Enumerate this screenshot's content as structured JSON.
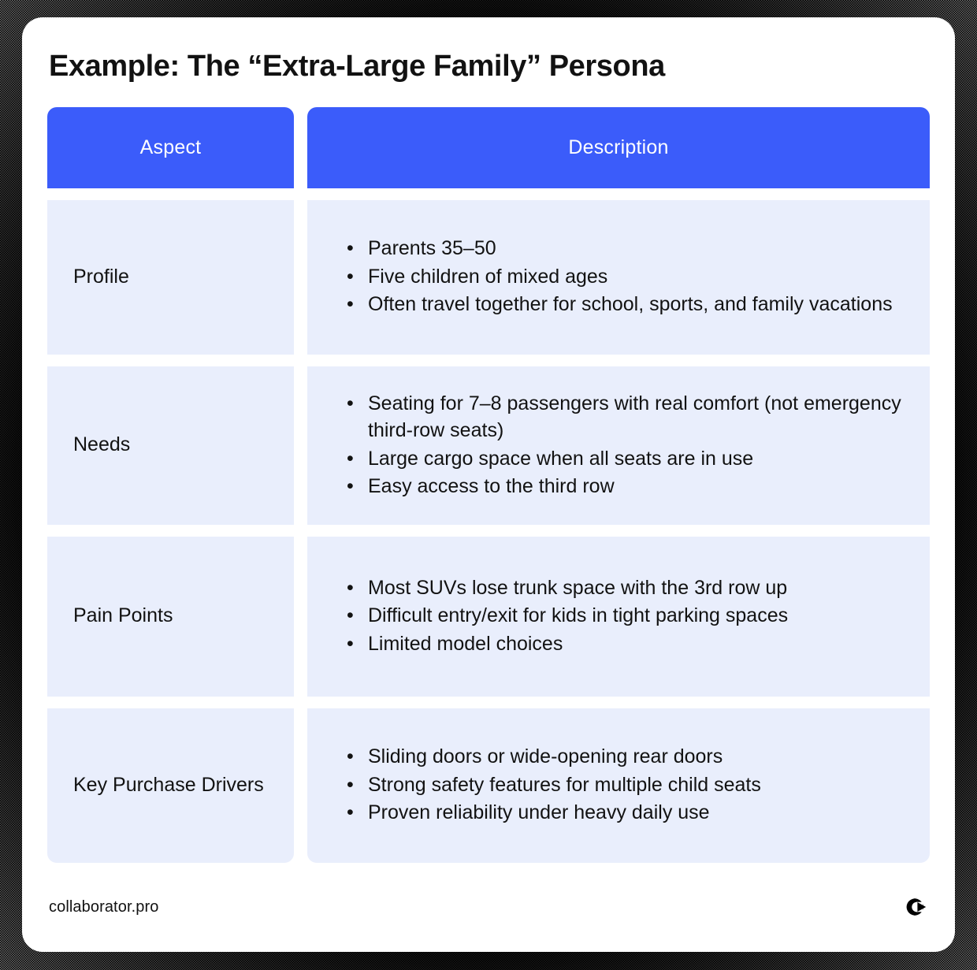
{
  "page": {
    "title": "Example: The “Extra-Large Family” Persona",
    "background_color": "#ffffff",
    "frame_color": "#000000"
  },
  "colors": {
    "header_blue": "#3b5cfa",
    "cell_background": "#e9eefc",
    "text": "#121212",
    "header_text": "#ffffff"
  },
  "table": {
    "headers": {
      "aspect": "Aspect",
      "description": "Description"
    },
    "rows": [
      {
        "aspect": "Profile",
        "bullet_char": "•",
        "items": [
          "Parents 35–50",
          "Five children of mixed ages",
          "Often travel together for school, sports, and family vacations"
        ]
      },
      {
        "aspect": "Needs",
        "bullet_char": "•",
        "items": [
          "Seating for 7–8 passengers with real comfort (not emergency third-row seats)",
          "Large cargo space when all seats are in use",
          "Easy access to the third row"
        ]
      },
      {
        "aspect": "Pain Points",
        "bullet_char": "•",
        "items": [
          "Most SUVs lose trunk space with the 3rd row up",
          "Difficult entry/exit for kids in tight parking spaces",
          "Limited model choices"
        ]
      },
      {
        "aspect": "Key Purchase Drivers",
        "bullet_char": "•",
        "items": [
          "Sliding doors or wide-opening rear doors",
          "Strong safety features for multiple child seats",
          "Proven reliability under heavy daily use"
        ]
      }
    ]
  },
  "footer": {
    "site": "collaborator.pro",
    "logo_icon": "collaborator-logo-icon"
  }
}
